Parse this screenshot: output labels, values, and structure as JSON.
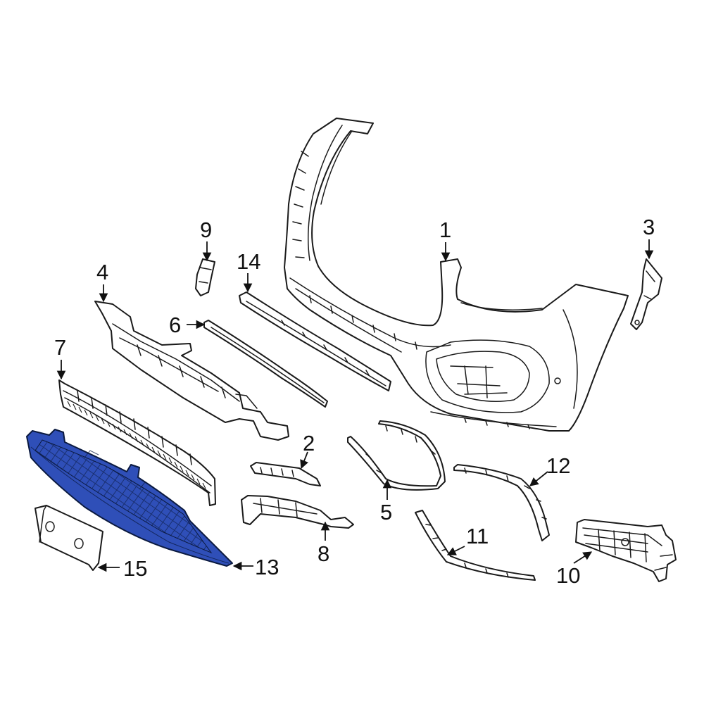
{
  "diagram": {
    "highlight_color": "#2f4fb8",
    "line_color": "#1a1a1a",
    "callouts": [
      {
        "id": "1",
        "label": "1"
      },
      {
        "id": "2",
        "label": "2"
      },
      {
        "id": "3",
        "label": "3"
      },
      {
        "id": "4",
        "label": "4"
      },
      {
        "id": "5",
        "label": "5"
      },
      {
        "id": "6",
        "label": "6"
      },
      {
        "id": "7",
        "label": "7"
      },
      {
        "id": "8",
        "label": "8"
      },
      {
        "id": "9",
        "label": "9"
      },
      {
        "id": "10",
        "label": "10"
      },
      {
        "id": "11",
        "label": "11"
      },
      {
        "id": "12",
        "label": "12"
      },
      {
        "id": "13",
        "label": "13"
      },
      {
        "id": "14",
        "label": "14"
      },
      {
        "id": "15",
        "label": "15"
      }
    ],
    "highlighted_part": "13"
  }
}
